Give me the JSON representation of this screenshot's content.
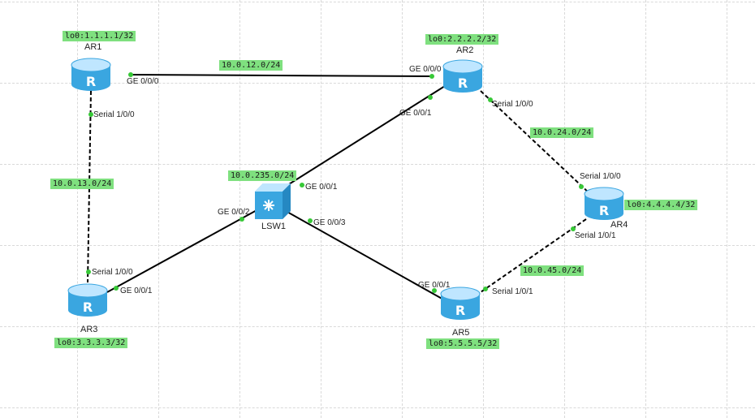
{
  "devices": {
    "ar1": {
      "name": "AR1",
      "loopback": "lo0:1.1.1.1/32"
    },
    "ar2": {
      "name": "AR2",
      "loopback": "lo0:2.2.2.2/32"
    },
    "ar3": {
      "name": "AR3",
      "loopback": "lo0:3.3.3.3/32"
    },
    "ar4": {
      "name": "AR4",
      "loopback": "lo0:4.4.4.4/32"
    },
    "ar5": {
      "name": "AR5",
      "loopback": "lo0:5.5.5.5/32"
    },
    "lsw1": {
      "name": "LSW1"
    }
  },
  "networks": {
    "n12": "10.0.12.0/24",
    "n13": "10.0.13.0/24",
    "n24": "10.0.24.0/24",
    "n235": "10.0.235.0/24",
    "n45": "10.0.45.0/24"
  },
  "ports": {
    "ar1_ge": "GE 0/0/0",
    "ar1_s": "Serial 1/0/0",
    "ar2_ge0": "GE 0/0/0",
    "ar2_ge1": "GE 0/0/1",
    "ar2_s": "Serial 1/0/0",
    "ar3_s": "Serial 1/0/0",
    "ar3_ge": "GE 0/0/1",
    "ar4_s0": "Serial 1/0/0",
    "ar4_s1": "Serial 1/0/1",
    "ar5_ge": "GE 0/0/1",
    "ar5_s": "Serial 1/0/1",
    "lsw_ge1": "GE 0/0/1",
    "lsw_ge2": "GE 0/0/2",
    "lsw_ge3": "GE 0/0/3"
  },
  "colors": {
    "router_top": "#bfe6ff",
    "router_body": "#3aa6e0",
    "label_bg": "#7fe07f",
    "port_dot": "#37c837"
  }
}
